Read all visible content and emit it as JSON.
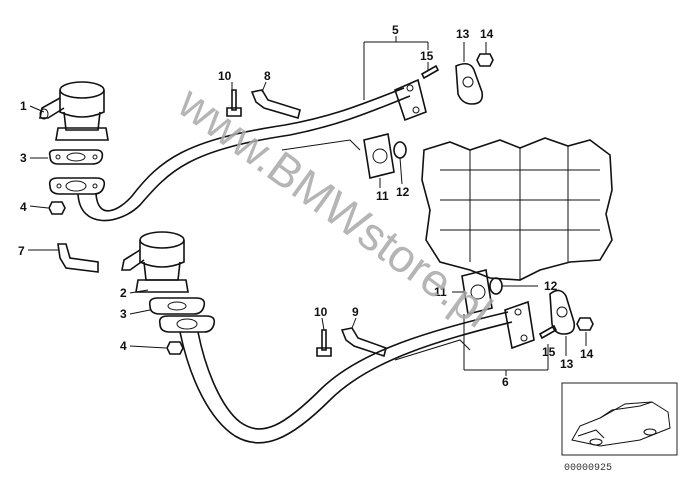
{
  "labels": {
    "l1": "1",
    "l2": "2",
    "l3a": "3",
    "l3b": "3",
    "l4a": "4",
    "l4b": "4",
    "l5": "5",
    "l6": "6",
    "l7": "7",
    "l8": "8",
    "l9": "9",
    "l10a": "10",
    "l10b": "10",
    "l11a": "11",
    "l11b": "11",
    "l12a": "12",
    "l12b": "12",
    "l13a": "13",
    "l13b": "13",
    "l14a": "14",
    "l14b": "14",
    "l15a": "15",
    "l15b": "15"
  },
  "watermark": "www.BMWstore.pl",
  "diagram_code": "00000925"
}
